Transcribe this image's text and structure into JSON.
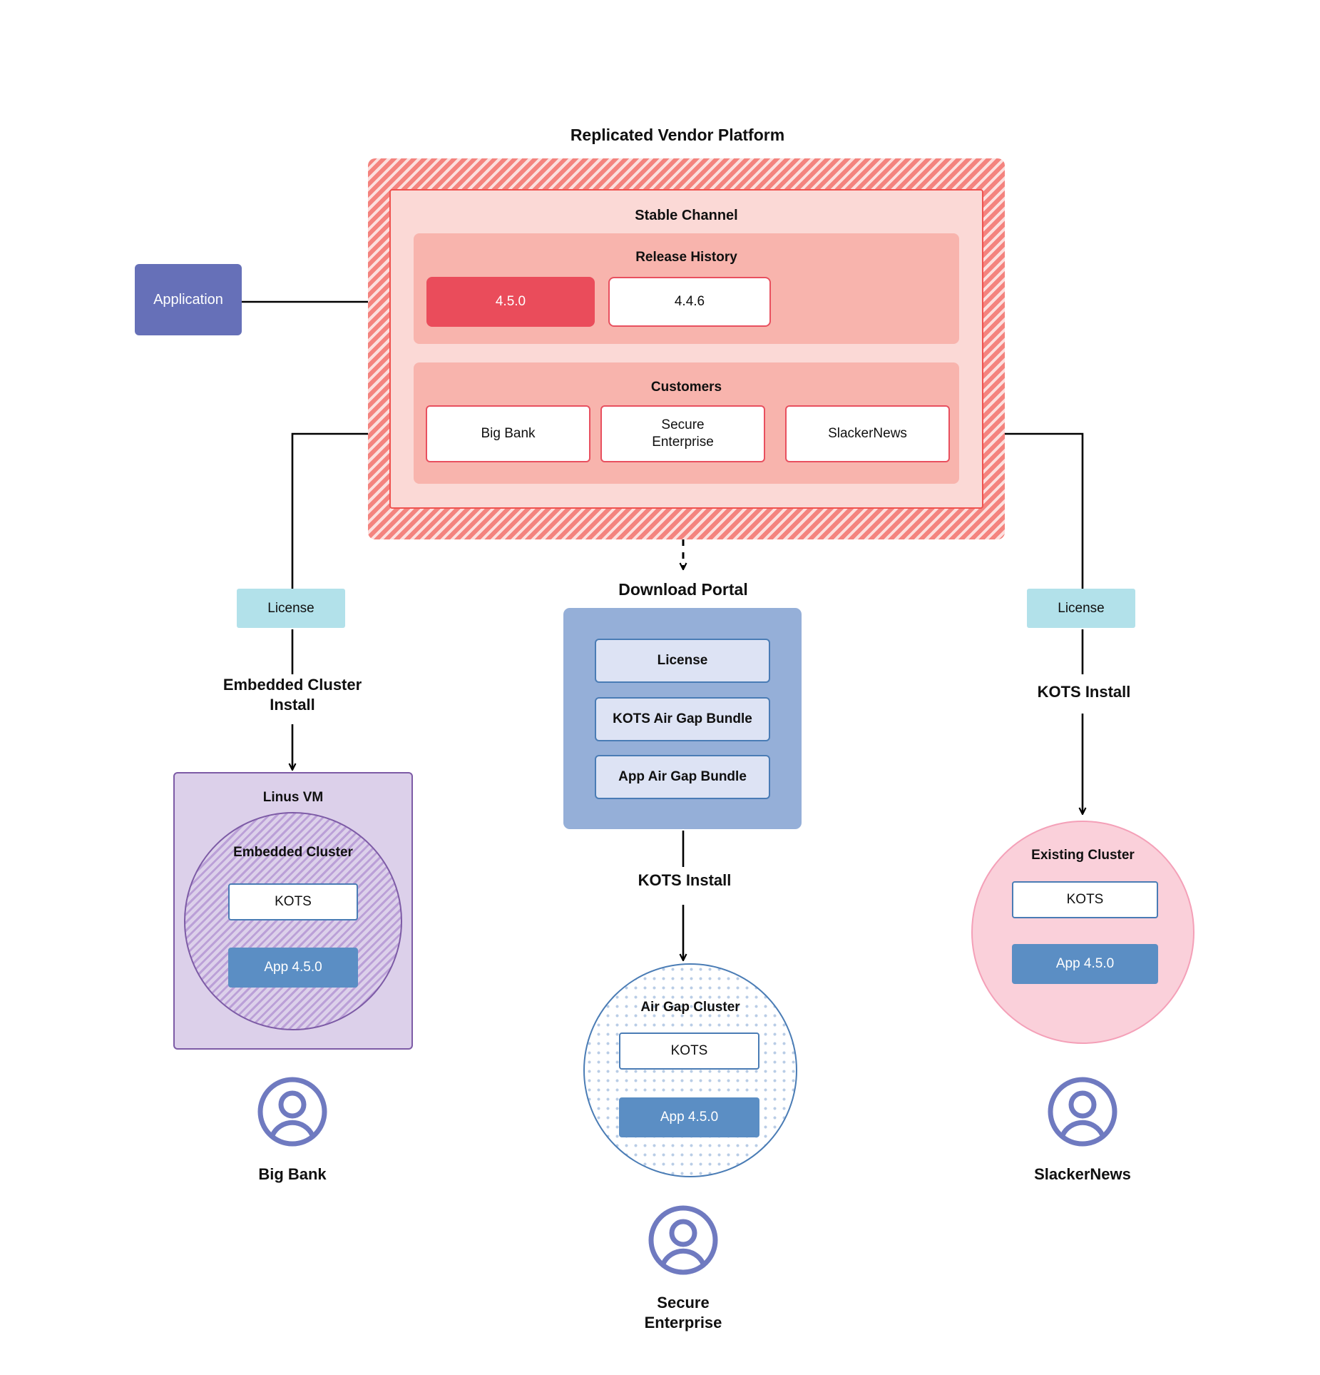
{
  "platform": {
    "title": "Replicated Vendor Platform",
    "channel": {
      "title": "Stable Channel"
    },
    "release_history": {
      "title": "Release History",
      "releases": [
        {
          "version": "4.5.0",
          "state": "current"
        },
        {
          "version": "4.4.6",
          "state": "previous"
        }
      ]
    },
    "customers_section": {
      "title": "Customers",
      "customers": [
        {
          "name": "Big Bank"
        },
        {
          "name": "Secure\nEnterprise"
        },
        {
          "name": "SlackerNews"
        }
      ]
    }
  },
  "application_node": {
    "label": "Application"
  },
  "licenses": [
    {
      "label": "License"
    },
    {
      "label": "License"
    }
  ],
  "download_portal": {
    "title": "Download  Portal",
    "items": [
      {
        "label": "License"
      },
      {
        "label": "KOTS Air Gap Bundle"
      },
      {
        "label": "App Air Gap Bundle"
      }
    ]
  },
  "edge_labels": {
    "embedded_cluster_install": "Embedded Cluster\nInstall",
    "kots_install_center": "KOTS Install",
    "kots_install_right": "KOTS Install"
  },
  "targets": {
    "linux_vm": {
      "title": "Linus VM",
      "cluster_title": "Embedded Cluster",
      "kots_label": "KOTS",
      "app_label": "App 4.5.0"
    },
    "air_gap_cluster": {
      "title": "Air Gap Cluster",
      "kots_label": "KOTS",
      "app_label": "App 4.5.0"
    },
    "existing_cluster": {
      "title": "Existing Cluster",
      "kots_label": "KOTS",
      "app_label": "App 4.5.0"
    }
  },
  "personas": [
    {
      "name": "Big Bank",
      "icon": "user-avatar-icon"
    },
    {
      "name": "Secure\nEnterprise",
      "icon": "user-avatar-icon"
    },
    {
      "name": "SlackerNews",
      "icon": "user-avatar-icon"
    }
  ],
  "colors": {
    "platform_hatch": "#f4837e",
    "channel_bg": "#fbd9d6",
    "section_bg": "#f8b4ad",
    "release_current": "#ea4c5b",
    "accent_red": "#e8505f",
    "application": "#6670b8",
    "license": "#b2e1ea",
    "portal": "#95afd8",
    "portal_item": "#dde3f4",
    "vm_purple": "#dcd0ea",
    "vm_border": "#7d5ba6",
    "existing_pink": "#fad0da",
    "blue_border": "#4a7cb5",
    "app_blue": "#5b8ec4"
  }
}
